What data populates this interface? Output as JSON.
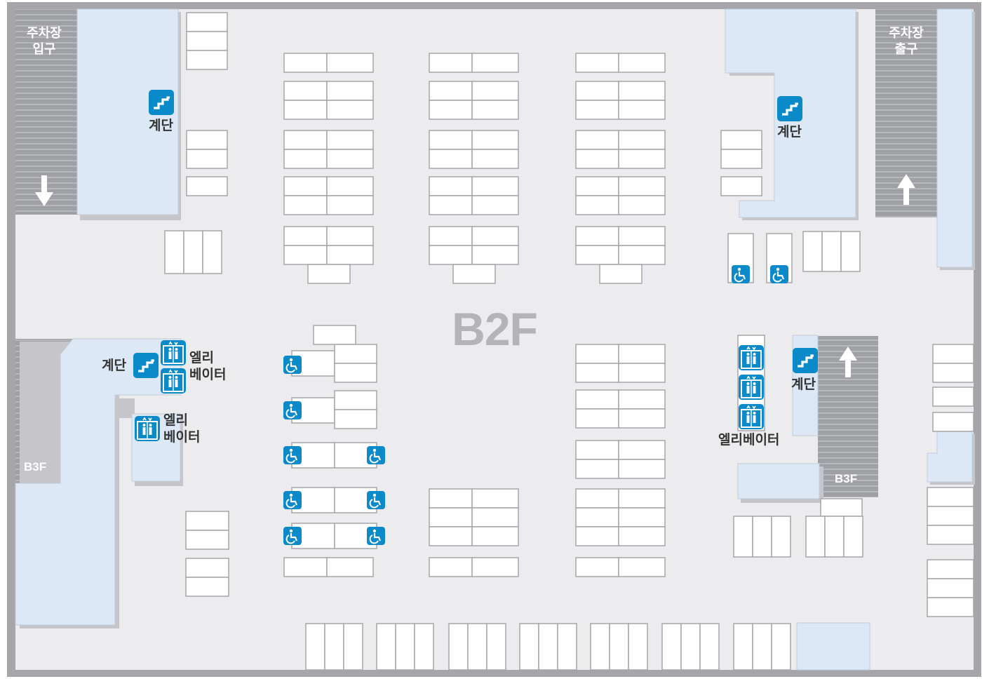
{
  "floor": {
    "name": "B2F",
    "lower_level": "B3F"
  },
  "labels": {
    "stairs": "계단",
    "elevator_line1": "엘리",
    "elevator_line2": "베이터",
    "elevator_full": "엘리베이터",
    "entrance_line1": "주차장",
    "entrance_line2": "입구",
    "exit_line1": "주차장",
    "exit_line2": "출구"
  },
  "icons": [
    "stairs-icon",
    "elevator-icon",
    "wheelchair-icon",
    "arrow-down-icon",
    "arrow-up-icon"
  ],
  "colors": {
    "floor": "#ececee",
    "wall": "#a6a6aa",
    "zone": "#dce8f5",
    "ramp": "#9a9ba0",
    "icon_bg": "#0a8ac9",
    "text": "#333333",
    "floor_title": "#b4b4b8"
  }
}
